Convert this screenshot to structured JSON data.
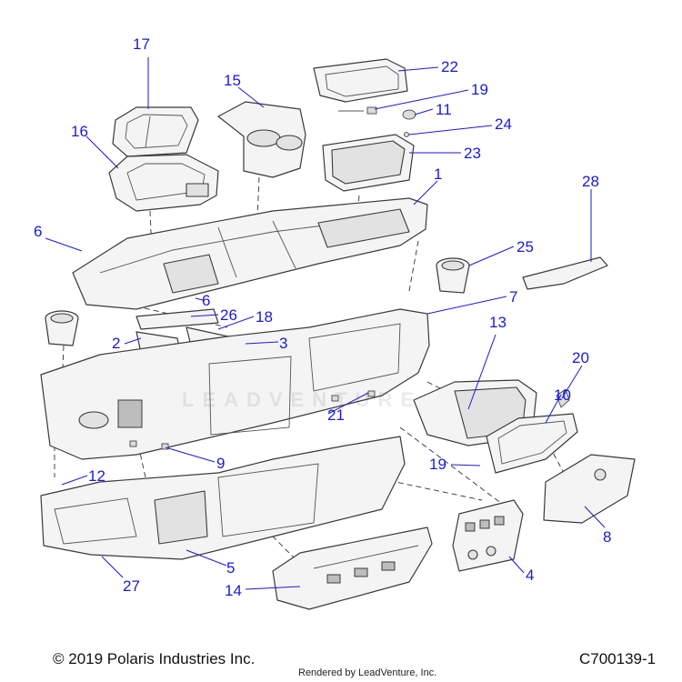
{
  "callouts": [
    {
      "id": "17",
      "label": "17"
    },
    {
      "id": "16",
      "label": "16"
    },
    {
      "id": "15",
      "label": "15"
    },
    {
      "id": "22",
      "label": "22"
    },
    {
      "id": "19a",
      "label": "19"
    },
    {
      "id": "11",
      "label": "11"
    },
    {
      "id": "24",
      "label": "24"
    },
    {
      "id": "23",
      "label": "23"
    },
    {
      "id": "1",
      "label": "1"
    },
    {
      "id": "28",
      "label": "28"
    },
    {
      "id": "6a",
      "label": "6"
    },
    {
      "id": "25",
      "label": "25"
    },
    {
      "id": "6b",
      "label": "6"
    },
    {
      "id": "7",
      "label": "7"
    },
    {
      "id": "26",
      "label": "26"
    },
    {
      "id": "18",
      "label": "18"
    },
    {
      "id": "13",
      "label": "13"
    },
    {
      "id": "2",
      "label": "2"
    },
    {
      "id": "3",
      "label": "3"
    },
    {
      "id": "20",
      "label": "20"
    },
    {
      "id": "10",
      "label": "10"
    },
    {
      "id": "21",
      "label": "21"
    },
    {
      "id": "9",
      "label": "9"
    },
    {
      "id": "19b",
      "label": "19"
    },
    {
      "id": "12",
      "label": "12"
    },
    {
      "id": "8",
      "label": "8"
    },
    {
      "id": "5",
      "label": "5"
    },
    {
      "id": "4",
      "label": "4"
    },
    {
      "id": "27",
      "label": "27"
    },
    {
      "id": "14",
      "label": "14"
    }
  ],
  "footer": {
    "copyright": "© 2019 Polaris Industries Inc.",
    "rendered_by": "Rendered by LeadVenture, Inc.",
    "figure_code": "C700139-1"
  },
  "colors": {
    "callout": "#1a1ad6",
    "line_art": "#3a3a3a"
  }
}
